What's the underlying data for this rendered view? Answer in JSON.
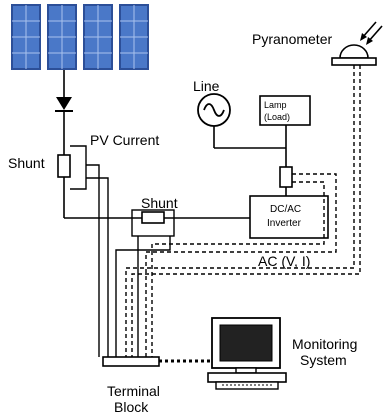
{
  "labels": {
    "pyranometer": "Pyranometer",
    "line": "Line",
    "lamp": "Lamp",
    "load": "(Load)",
    "pv_current": "PV Current",
    "shunt_left": "Shunt",
    "shunt_mid": "Shunt",
    "inverter_line1": "DC/AC",
    "inverter_line2": "Inverter",
    "ac": "AC (V, I)",
    "monitoring_line1": "Monitoring",
    "monitoring_line2": "System",
    "terminal_line1": "Terminal",
    "terminal_line2": "Block"
  },
  "colors": {
    "panel_blue": "#4a78c8",
    "panel_dark": "#2c4f98",
    "wire": "#000000"
  }
}
